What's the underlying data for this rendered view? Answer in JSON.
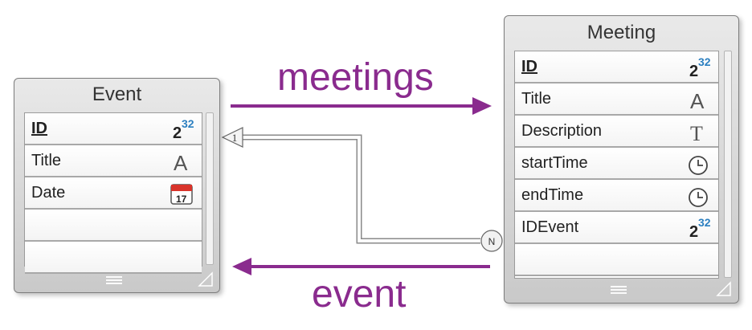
{
  "event_table": {
    "title": "Event",
    "fields": [
      {
        "name": "ID",
        "key": true,
        "icon": "integer-icon",
        "icon_text": "2",
        "icon_sup": "32"
      },
      {
        "name": "Title",
        "key": false,
        "icon": "alpha-icon",
        "icon_text": "A"
      },
      {
        "name": "Date",
        "key": false,
        "icon": "calendar-icon",
        "icon_text": "17"
      },
      {
        "name": "",
        "key": false,
        "icon": ""
      },
      {
        "name": "",
        "key": false,
        "icon": ""
      }
    ]
  },
  "meeting_table": {
    "title": "Meeting",
    "fields": [
      {
        "name": "ID",
        "key": true,
        "icon": "integer-icon",
        "icon_text": "2",
        "icon_sup": "32"
      },
      {
        "name": "Title",
        "key": false,
        "icon": "alpha-icon",
        "icon_text": "A"
      },
      {
        "name": "Description",
        "key": false,
        "icon": "text-icon",
        "icon_text": "T"
      },
      {
        "name": "startTime",
        "key": false,
        "icon": "clock-icon"
      },
      {
        "name": "endTime",
        "key": false,
        "icon": "clock-icon"
      },
      {
        "name": "IDEvent",
        "key": false,
        "icon": "integer-icon",
        "icon_text": "2",
        "icon_sup": "32"
      },
      {
        "name": "",
        "key": false,
        "icon": ""
      }
    ]
  },
  "relations": {
    "meetings_label": "meetings",
    "event_label": "event",
    "one_marker": "1",
    "many_marker": "N"
  },
  "colors": {
    "arrow": "#8a2b8e",
    "integer_sup": "#2b7fc0",
    "calendar_red": "#d9342b",
    "icon_gray": "#555555"
  }
}
